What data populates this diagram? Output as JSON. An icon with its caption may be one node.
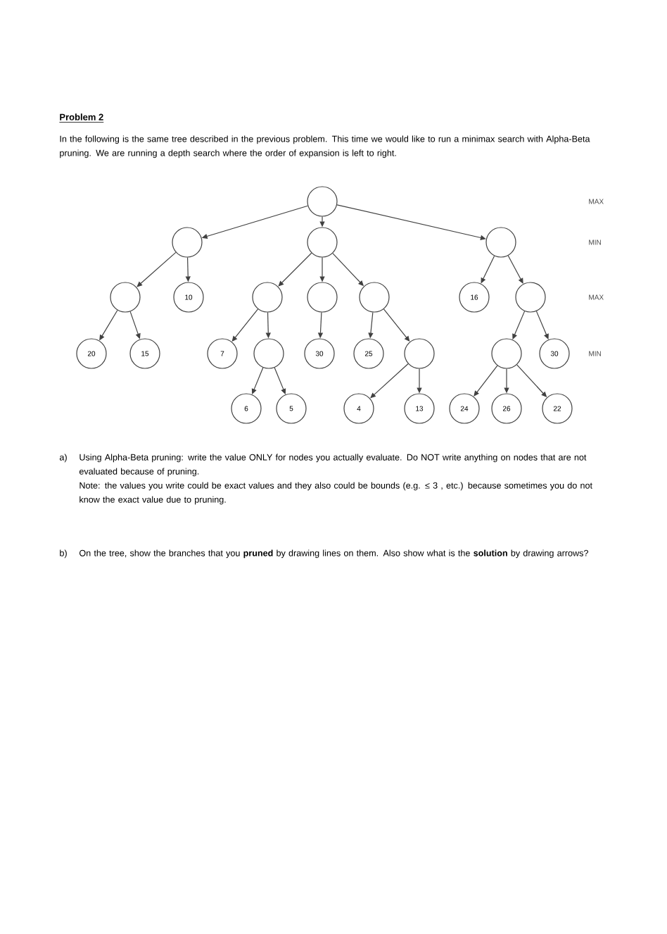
{
  "diagram": {
    "title": "Problem 2",
    "nodes": [
      {
        "text": [],
        "shape": "circle"
      },
      {
        "text": [],
        "shape": "circle"
      },
      {
        "text": [],
        "shape": "circle"
      },
      {
        "text": [],
        "shape": "circle"
      },
      {
        "text": [],
        "shape": "circle"
      },
      {
        "text": [
          "10"
        ]
      },
      {
        "text": [],
        "shape": "circle"
      },
      {
        "text": [],
        "shape": "circle"
      },
      {
        "text": [],
        "shape": "circle"
      },
      {
        "text": [
          "16"
        ]
      },
      {
        "text": [],
        "shape": "circle"
      },
      {
        "text": [
          "20"
        ]
      },
      {
        "text": [
          "15"
        ]
      },
      {
        "text": [
          "7"
        ]
      },
      {
        "text": [],
        "shape": "circle"
      },
      {
        "text": [
          "30"
        ]
      },
      {
        "text": [
          "25"
        ]
      },
      {
        "text": [],
        "shape": "circle"
      },
      {
        "text": [],
        "shape": "circle"
      },
      {
        "text": [
          "30"
        ]
      },
      {
        "text": [
          "6"
        ]
      },
      {
        "text": [
          "5"
        ]
      },
      {
        "text": [
          "4"
        ]
      },
      {
        "text": [
          "13"
        ]
      },
      {
        "text": [
          "24"
        ]
      },
      {
        "text": [
          "26"
        ]
      },
      {
        "text": [
          "22"
        ]
      }
    ],
    "edges": [
      {
        "from": 0,
        "to": 1,
        "arrow": "to"
      },
      {
        "from": 0,
        "to": 2,
        "arrow": "to"
      },
      {
        "from": 0,
        "to": 3,
        "arrow": "to"
      },
      {
        "from": 1,
        "to": 4,
        "arrow": "to"
      },
      {
        "from": 1,
        "to": 5,
        "arrow": "to"
      },
      {
        "from": 2,
        "to": 6,
        "arrow": "to"
      },
      {
        "from": 2,
        "to": 7,
        "arrow": "to"
      },
      {
        "from": 2,
        "to": 8,
        "arrow": "to"
      },
      {
        "from": 3,
        "to": 9,
        "arrow": "to"
      },
      {
        "from": 3,
        "to": 10,
        "arrow": "to"
      },
      {
        "from": 4,
        "to": 11,
        "arrow": "to"
      },
      {
        "from": 4,
        "to": 12,
        "arrow": "to"
      },
      {
        "from": 6,
        "to": 13,
        "arrow": "to"
      },
      {
        "from": 6,
        "to": 14,
        "arrow": "to"
      },
      {
        "from": 7,
        "to": 15,
        "arrow": "to"
      },
      {
        "from": 8,
        "to": 16,
        "arrow": "to"
      },
      {
        "from": 8,
        "to": 17,
        "arrow": "to"
      },
      {
        "from": 10,
        "to": 18,
        "arrow": "to"
      },
      {
        "from": 10,
        "to": 19,
        "arrow": "to"
      },
      {
        "from": 14,
        "to": 20,
        "arrow": "to"
      },
      {
        "from": 14,
        "to": 21,
        "arrow": "to"
      },
      {
        "from": 17,
        "to": 22,
        "arrow": "to"
      },
      {
        "from": 17,
        "to": 23,
        "arrow": "to"
      },
      {
        "from": 18,
        "to": 24,
        "arrow": "to"
      },
      {
        "from": 18,
        "to": 25,
        "arrow": "to"
      },
      {
        "from": 18,
        "to": 26,
        "arrow": "to"
      }
    ],
    "labels": [
      "MAX",
      "MIN",
      "MAX",
      "MIN",
      "In the following is the same tree described in the previous problem. This time we would like to run a minimax search with Alpha-Beta pruning. We are running a depth search where the order of expansion is left to right.",
      "a)",
      "Using Alpha-Beta pruning: write the value ONLY for nodes you actually evaluate. Do NOT write anything on nodes that are not evaluated because of pruning.",
      "Note: the values you write could be exact values and they also could be bounds (e.g. ≤ 3 , etc.) because sometimes you do not know the exact value due to pruning.",
      "b)",
      "On the tree, show the branches that you **pruned** by drawing lines on them. Also show what is the **solution** by drawing arrows?"
    ]
  }
}
